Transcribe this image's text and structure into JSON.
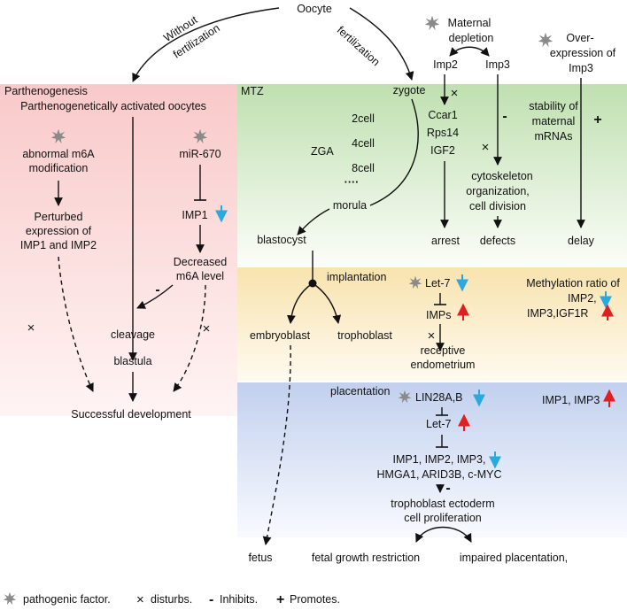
{
  "top": {
    "oocyte": "Oocyte",
    "without_fert_1": "Without",
    "without_fert_2": "fertilization",
    "fertilization": "fertilization"
  },
  "parthenogenesis": {
    "header": "Parthenogenesis",
    "activated": "Parthenogenetically activated oocytes",
    "m6a_1": "abnormal m6A",
    "m6a_2": "modification",
    "mir": "miR-670",
    "imp1": "IMP1",
    "perturbed_1": "Perturbed",
    "perturbed_2": "expression of",
    "perturbed_3": "IMP1 and IMP2",
    "decreased_1": "Decreased",
    "decreased_2": "m6A level",
    "minus": "-",
    "cleavage": "cleavage",
    "blastula": "blastula",
    "success": "Successful development"
  },
  "mtz": {
    "header": "MTZ",
    "zygote": "zygote",
    "zga": "ZGA",
    "stages": [
      "2cell",
      "4cell",
      "8cell",
      "····",
      "morula"
    ],
    "blastocyst": "blastocyst"
  },
  "maternal": {
    "depletion_1": "Maternal",
    "depletion_2": "depletion",
    "imp2": "Imp2",
    "imp3": "Imp3",
    "targets": [
      "Ccar1",
      "Rps14",
      "IGF2"
    ],
    "arrest": "arrest",
    "minus": "-",
    "stability_1": "stability of",
    "stability_2": "maternal",
    "stability_3": "mRNAs",
    "plus": "+",
    "cyto_1": "cytoskeleton",
    "cyto_2": "organization,",
    "cyto_3": "cell division",
    "defects": "defects",
    "over_1": "Over-",
    "over_2": "expression of",
    "over_3": "Imp3",
    "delay": "delay"
  },
  "implantation": {
    "header": "implantation",
    "embryoblast": "embryoblast",
    "trophoblast": "trophoblast",
    "let7": "Let-7",
    "imps": "IMPs",
    "receptive_1": "receptive",
    "receptive_2": "endometrium",
    "meth_1": "Methylation ratio of",
    "meth_2": "IMP2,",
    "meth_3": "IMP3,IGF1R"
  },
  "placentation": {
    "header": "placentation",
    "lin28": "LIN28A,B",
    "let7": "Let-7",
    "imps_1": "IMP1, IMP2, IMP3,",
    "imps_2": "HMGA1, ARID3B, c-MYC",
    "minus": "-",
    "prolif_1": "trophoblast ectoderm",
    "prolif_2": "cell proliferation",
    "imp13": "IMP1, IMP3",
    "fetus": "fetus",
    "fgr": "fetal growth restriction",
    "impaired": "impaired placentation,"
  },
  "legend": {
    "pathogenic": "pathogenic factor.",
    "disturbs": "disturbs.",
    "inhibits": "Inhibits.",
    "promotes": "Promotes."
  },
  "colors": {
    "up_arrow": "#e02020",
    "down_arrow": "#2aa8e0",
    "parthenogenesis_bg": "#fbdcdc",
    "mtz_bg": "#e8f2dc",
    "implantation_bg": "#fbf0d6",
    "placentation_bg": "#dfe6f4",
    "header_red": "#d42020",
    "header_green": "#4e9a2c",
    "header_olive": "#8a6a10",
    "header_blue": "#2a5aa8",
    "zga_green": "#2aa83a",
    "factor_gray": "#8a8a8a"
  }
}
